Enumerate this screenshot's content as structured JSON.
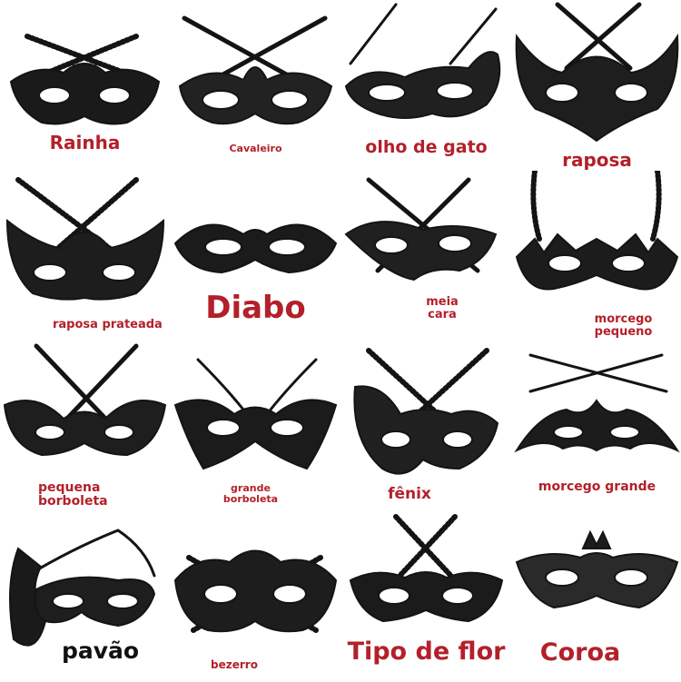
{
  "colors": {
    "label_red": "#b3202a",
    "label_black": "#111111",
    "lace": "#141414",
    "background": "#ffffff"
  },
  "masks": [
    {
      "label": "Rainha"
    },
    {
      "label": "Cavaleiro"
    },
    {
      "label": "olho de gato"
    },
    {
      "label": "raposa"
    },
    {
      "label": "raposa prateada"
    },
    {
      "label": "Diabo"
    },
    {
      "label": "meia cara"
    },
    {
      "label": "morcego pequeno"
    },
    {
      "label": "pequena borboleta"
    },
    {
      "label": "grande borboleta"
    },
    {
      "label": "fênix"
    },
    {
      "label": "morcego grande"
    },
    {
      "label": "pavão"
    },
    {
      "label": "bezerro"
    },
    {
      "label": "Tipo de flor"
    },
    {
      "label": "Coroa"
    }
  ]
}
